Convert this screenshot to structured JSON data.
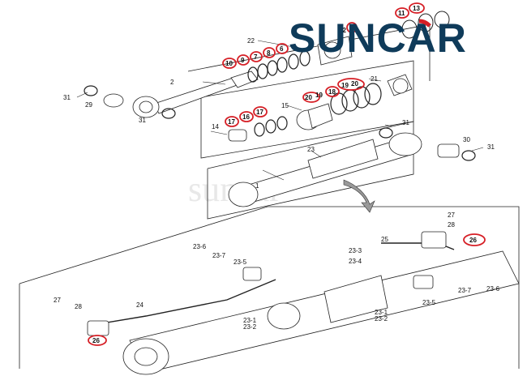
{
  "brand": {
    "logo_text": "SUNCAR",
    "watermark": "suncar",
    "ring_color": "#d61f26",
    "logo_color": "#0f3b5a"
  },
  "labels": {
    "l1": "1",
    "l2": "2",
    "l10": "10",
    "l9": "9",
    "l7": "7",
    "l8": "8",
    "l6": "6",
    "l22": "22",
    "l11": "11",
    "l13": "13",
    "l12": "12",
    "l21": "21",
    "l20a": "20",
    "l19a": "19",
    "l20b": "20",
    "l18": "18",
    "l19b": "19",
    "l15": "15",
    "l17a": "17",
    "l16": "16",
    "l17b": "17",
    "l14": "14",
    "l31a": "31",
    "l29": "29",
    "l31b": "31",
    "l31c": "31",
    "l23": "23",
    "l30": "30",
    "l31d": "31",
    "l27a": "27",
    "l28a": "28",
    "l26a": "26",
    "l25": "25",
    "l23_3": "23-3",
    "l23_4": "23-4",
    "l23_6a": "23-6",
    "l23_7a": "23-7",
    "l23_5a": "23-5",
    "l23_1a": "23-1",
    "l23_2a": "23-2",
    "l23_1b": "23-1",
    "l23_2b": "23-2",
    "l24": "24",
    "l27b": "27",
    "l28b": "28",
    "l26b": "26",
    "l23_7b": "23-7",
    "l23_6b": "23-6",
    "l23_5b": "23-5"
  }
}
